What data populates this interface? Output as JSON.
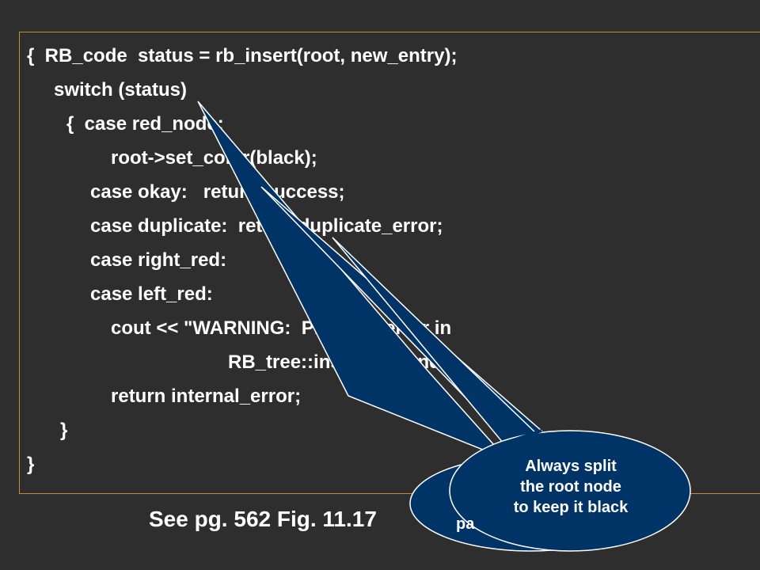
{
  "code_lines": [
    "{  RB_code  status = rb_insert(root, new_entry);",
    "switch (status)",
    "{  case red_node:",
    "root->set_color(black);",
    "case okay:   return success;",
    "case duplicate:  return duplicate_error;",
    "case right_red:",
    "case left_red:",
    "cout << \"WARNING:  Program error in",
    "RB_tree::insert\" << endl;",
    "return internal_error;",
    "}",
    "}"
  ],
  "caption": "See pg. 562 Fig. 11.17",
  "callout_front": {
    "lines": [
      "Always split",
      "the root node",
      "to keep it black"
    ]
  },
  "callout_back": {
    "visible_fragment": "pa"
  },
  "colors": {
    "background": "#2e2e2e",
    "box_border": "#c98a3a",
    "callout_fill": "#003366",
    "callout_border": "#ffffff"
  }
}
